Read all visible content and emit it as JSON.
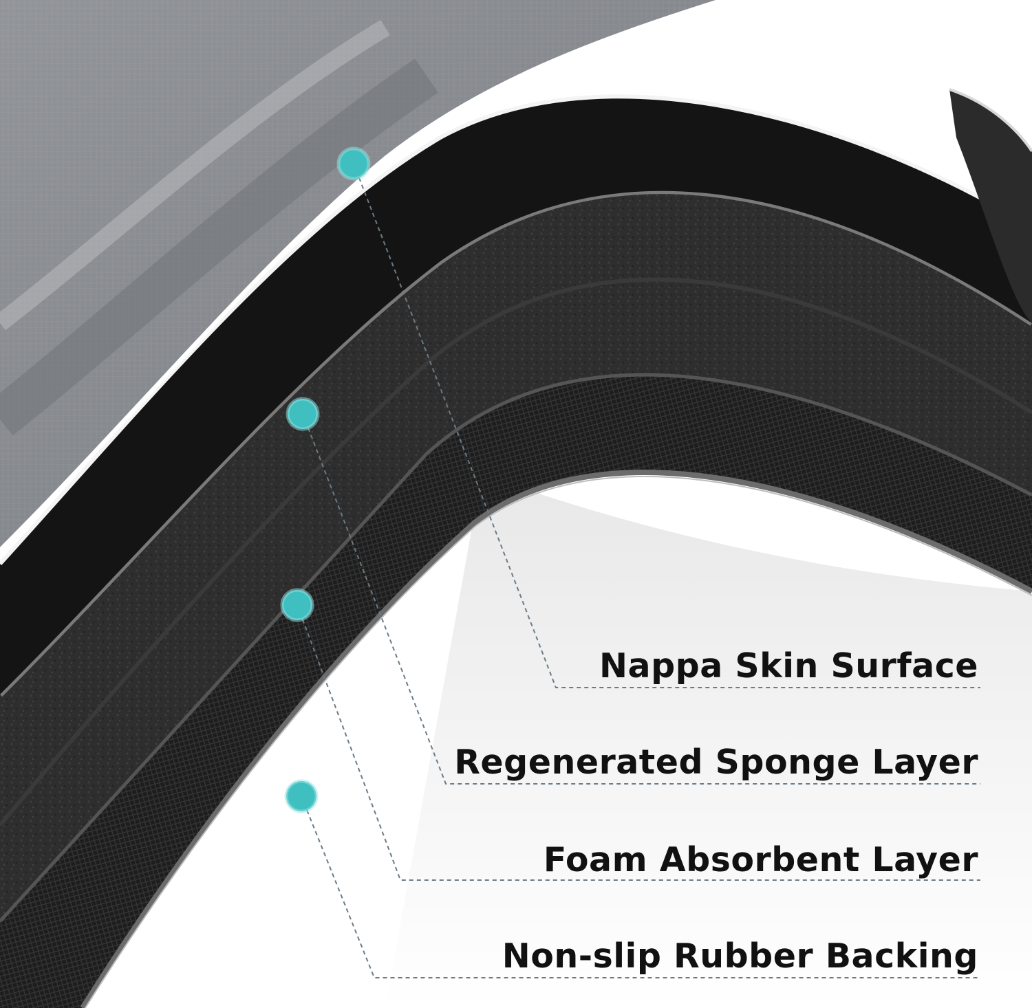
{
  "colors": {
    "accent_dot": "#3fbfc0",
    "leader_line": "#6b7b86",
    "top_surface": "#8a8d92",
    "layer_dark": "#121212",
    "sponge": "#2a2a2a",
    "foam": "#3a3a3a",
    "backing": "#1b1b1b"
  },
  "layers": [
    {
      "label": "Nappa Skin Surface",
      "icon": "marker-dot"
    },
    {
      "label": "Regenerated Sponge Layer",
      "icon": "marker-dot"
    },
    {
      "label": "Foam Absorbent Layer",
      "icon": "marker-dot"
    },
    {
      "label": "Non-slip Rubber Backing",
      "icon": "marker-dot"
    }
  ]
}
